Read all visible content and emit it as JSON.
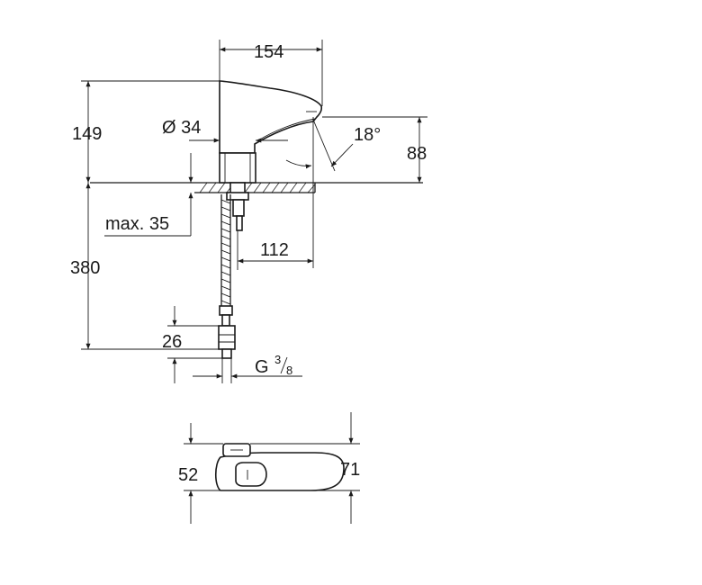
{
  "dimensions": {
    "width_top": "154",
    "height_total": "149",
    "diameter": "Ø 34",
    "angle": "18°",
    "spout_height": "88",
    "max_thickness": "max. 35",
    "projection": "112",
    "hose_length": "380",
    "nut_size": "26",
    "thread_main": "G",
    "thread_num": "3",
    "thread_den": "8",
    "top_height_left": "52",
    "top_height_right": "71"
  }
}
